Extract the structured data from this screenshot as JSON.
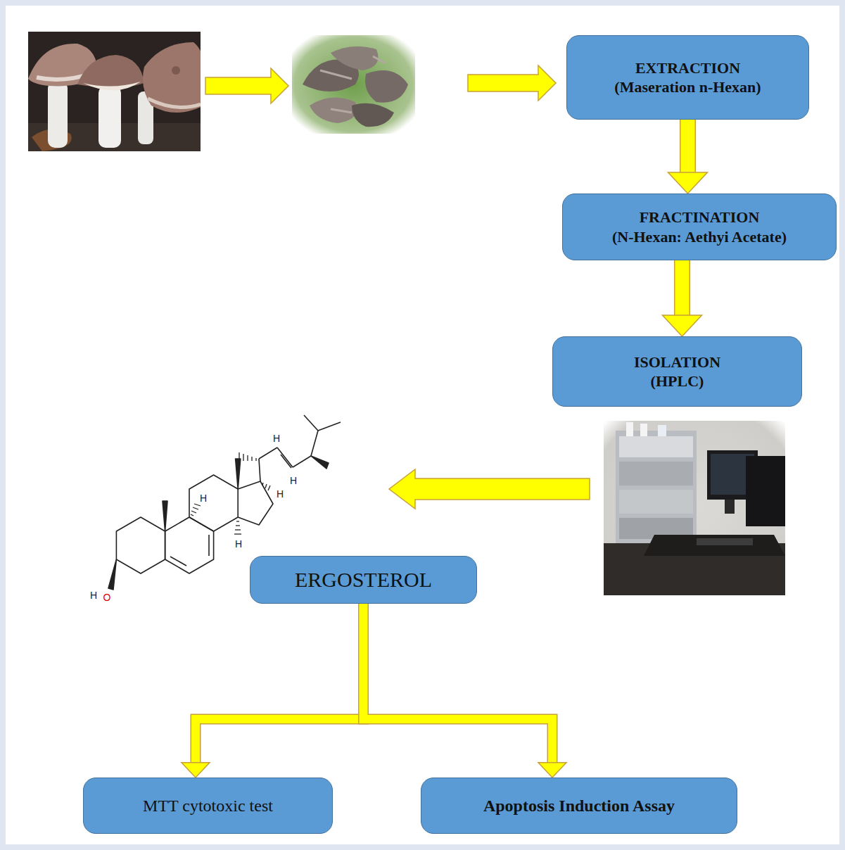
{
  "diagram": {
    "nodes": [
      {
        "text": [
          "EXTRACTION",
          "(Maseration n-Hexan)"
        ]
      },
      {
        "text": [
          "FRACTINATION",
          "(N-Hexan: Aethyi Acetate)"
        ]
      },
      {
        "text": [
          "ISOLATION",
          "(HPLC)"
        ]
      },
      {
        "text": [
          "ERGOSTEROL"
        ]
      },
      {
        "text": [
          "MTT cytotoxic test"
        ]
      },
      {
        "text": [
          "Apoptosis Induction Assay"
        ]
      }
    ],
    "edges": [
      {
        "from": 0,
        "to": 1,
        "arrow": "to"
      },
      {
        "from": 1,
        "to": 2,
        "arrow": "to"
      },
      {
        "from": 3,
        "to": 4,
        "arrow": "to"
      },
      {
        "from": 3,
        "to": 5,
        "arrow": "to"
      }
    ],
    "labels": [
      "H",
      "H",
      "H",
      "H",
      "H",
      "H",
      "O"
    ]
  }
}
